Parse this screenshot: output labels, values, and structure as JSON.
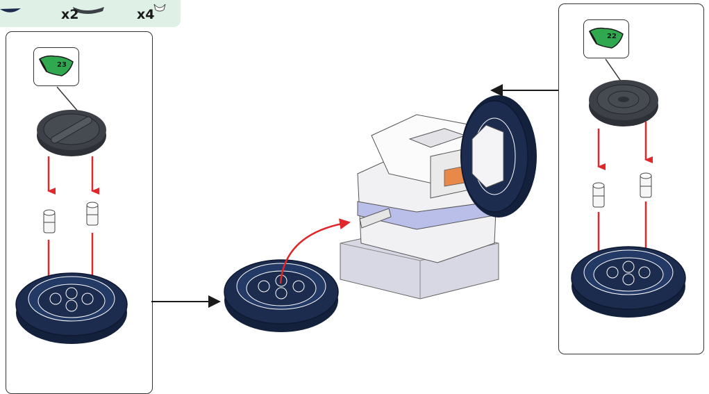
{
  "parts_list": {
    "items": [
      {
        "icon": "tile-round-dark-gray-icon",
        "quantity": "x2"
      },
      {
        "icon": "connector-pin-white-icon",
        "quantity": "x4"
      }
    ]
  },
  "callouts": {
    "left_part_number": "23",
    "right_part_number": "22"
  },
  "colors": {
    "part_navy": "#1c2c4f",
    "tile_gray": "#3d4147",
    "arrow_red": "#e0272c",
    "accent_green": "#2fa84f",
    "lavender": "#b9bfe8",
    "parts_bar_bg": "#dff0e6"
  }
}
